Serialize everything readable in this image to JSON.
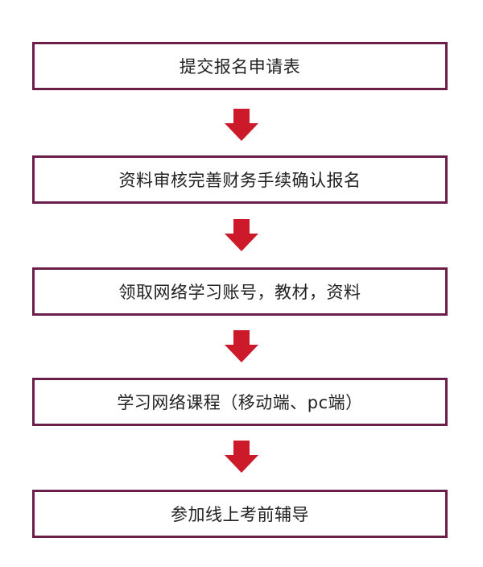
{
  "flow": {
    "steps": [
      {
        "label": "提交报名申请表"
      },
      {
        "label": "资料审核完善财务手续确认报名"
      },
      {
        "label": "领取网络学习账号，教材，资料"
      },
      {
        "label": "学习网络课程（移动端、pc端）"
      },
      {
        "label": "参加线上考前辅导"
      }
    ]
  },
  "colors": {
    "box_border": "#6b1e4a",
    "arrow": "#cc1a2b"
  }
}
